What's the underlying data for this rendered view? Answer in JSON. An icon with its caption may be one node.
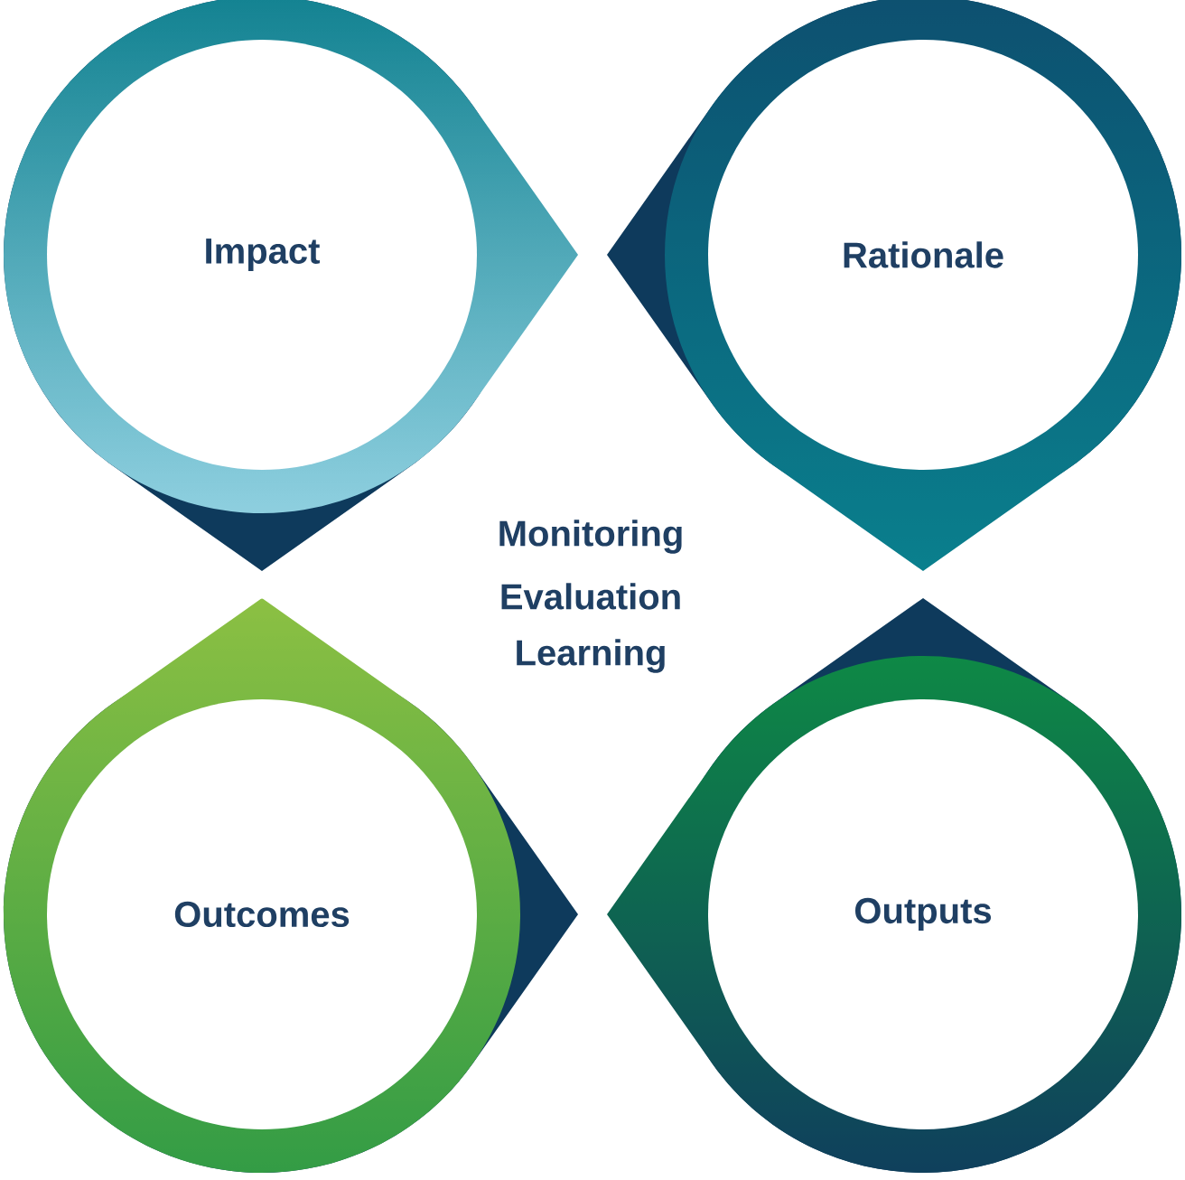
{
  "diagram": {
    "nodes": [
      {
        "text": [
          "Impact"
        ]
      },
      {
        "text": [
          "Rationale"
        ]
      },
      {
        "text": [
          "Outcomes"
        ]
      },
      {
        "text": [
          "Outputs"
        ]
      }
    ],
    "labels": [
      "Monitoring",
      "Evaluation",
      "Learning"
    ]
  }
}
